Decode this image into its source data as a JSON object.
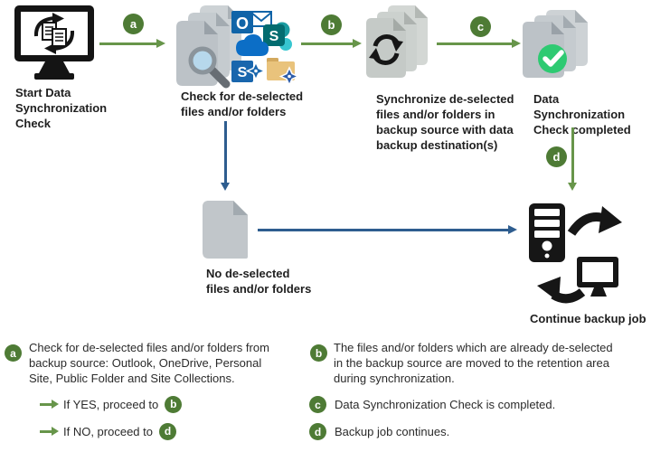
{
  "flow": {
    "nodes": [
      {
        "id": "start",
        "label": "Start Data\nSynchronization\nCheck"
      },
      {
        "id": "check",
        "label": "Check for de-selected\nfiles and/or folders"
      },
      {
        "id": "sync",
        "label": "Synchronize de-selected\nfiles and/or folders in\nbackup source with data\nbackup destination(s)"
      },
      {
        "id": "completed",
        "label": "Data Synchronization\nCheck completed"
      },
      {
        "id": "no_deselected",
        "label": "No de-selected\nfiles and/or folders"
      },
      {
        "id": "continue",
        "label": "Continue backup job"
      }
    ],
    "connectors": {
      "a": "a",
      "b": "b",
      "c": "c",
      "d": "d"
    }
  },
  "legend": {
    "items": [
      {
        "badge": "a",
        "text": "Check for de-selected files and/or folders from\nbackup source: Outlook, OneDrive, Personal\nSite, Public Folder and Site Collections."
      },
      {
        "badge": "b",
        "text": "The files and/or folders which are already de-selected\nin the backup source are moved to the retention area\nduring synchronization."
      },
      {
        "badge": "c",
        "text": "Data Synchronization Check is completed."
      },
      {
        "badge": "d",
        "text": "Backup job continues."
      }
    ],
    "branches": [
      {
        "text": "If YES, proceed to",
        "target": "b"
      },
      {
        "text": "If NO, proceed to",
        "target": "d"
      }
    ]
  },
  "app_letters": {
    "outlook": "O",
    "sharepoint_modern": "S",
    "sharepoint_classic": "S"
  },
  "icons": {
    "start": "monitor-sync-icon",
    "check": "documents-search-icon",
    "check_apps": [
      "outlook-icon",
      "onedrive-icon",
      "sharepoint-icon",
      "sharepoint-classic-icon",
      "folder-star-icon"
    ],
    "sync": "documents-sync-icon",
    "completed": "documents-check-icon",
    "no_deselected": "document-icon",
    "continue": "server-computer-cycle-icon"
  },
  "colors": {
    "badge_green": "#4e7b35",
    "arrow_green": "#67954a",
    "arrow_blue": "#2e5d8f",
    "document_gray": "#bcc2c7",
    "check_green": "#2eca72",
    "icon_black": "#161616",
    "outlook_blue": "#1064a8",
    "onedrive_blue": "#0c6ec6",
    "sharepoint_teal": "#036c70",
    "folder_tan": "#e9c37c"
  }
}
